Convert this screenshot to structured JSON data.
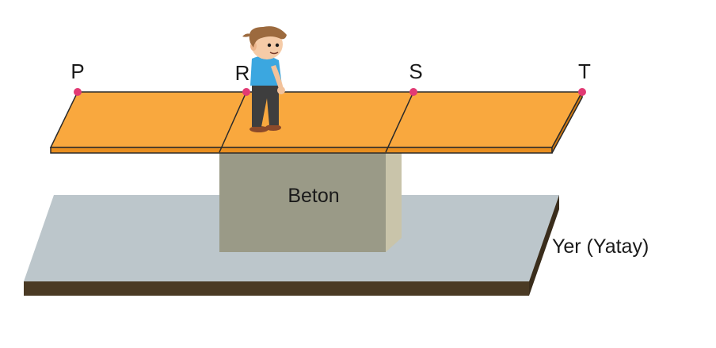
{
  "points": [
    {
      "id": "p",
      "label": "P"
    },
    {
      "id": "r",
      "label": "R"
    },
    {
      "id": "s",
      "label": "S"
    },
    {
      "id": "t",
      "label": "T"
    }
  ],
  "support_label": "Beton",
  "ground_label": "Yer (Yatay)",
  "colors": {
    "plank_top": "#F9A83E",
    "plank_edge": "#E88E1F",
    "point_marker": "#E23A74",
    "concrete_front": "#9A9A87",
    "concrete_side": "#C9C4AA",
    "ground_top": "#BCC6CB",
    "ground_edge": "#4A3A24"
  }
}
